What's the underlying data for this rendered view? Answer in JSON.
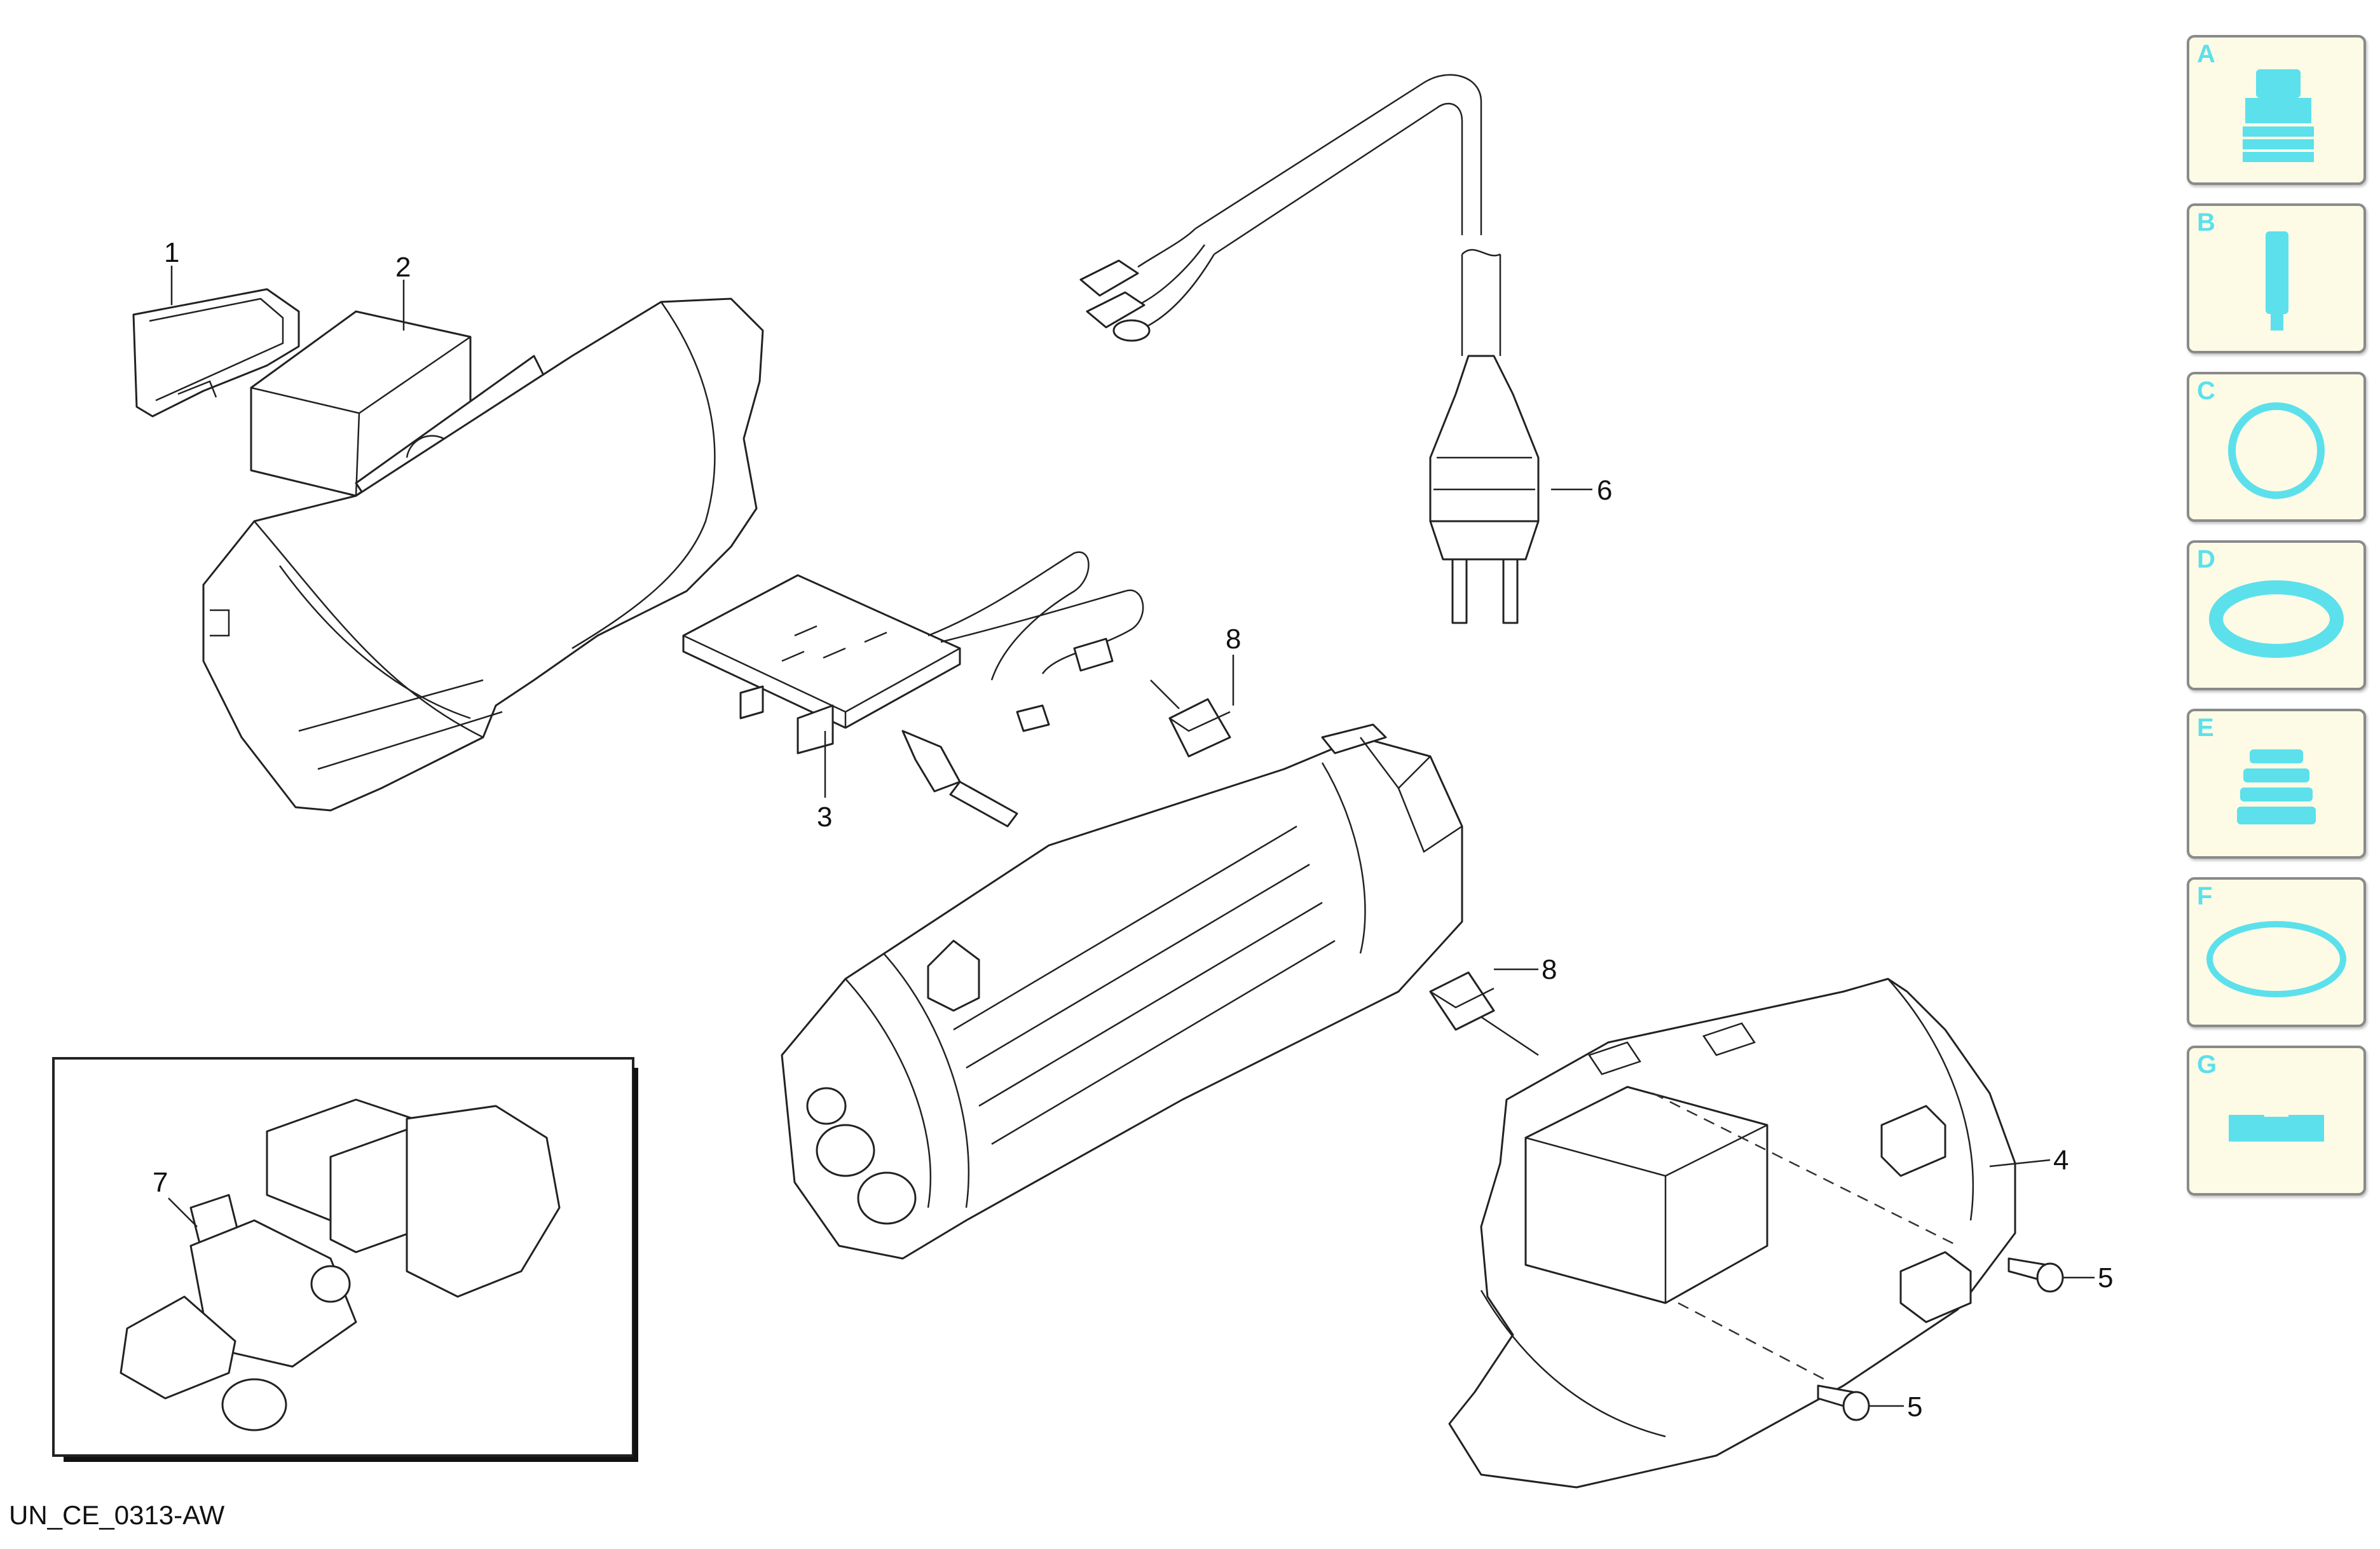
{
  "drawing_code": "UN_CE_0313-AW",
  "accent_color": "#5ce0ec",
  "callouts": {
    "c1": "1",
    "c2": "2",
    "c3": "3",
    "c4": "4",
    "c5a": "5",
    "c5b": "5",
    "c6": "6",
    "c7": "7",
    "c8a": "8",
    "c8b": "8"
  },
  "side_tabs": [
    {
      "letter": "A",
      "icon": "cartridge-icon"
    },
    {
      "letter": "B",
      "icon": "cylinder-icon"
    },
    {
      "letter": "C",
      "icon": "o-ring-icon"
    },
    {
      "letter": "D",
      "icon": "seal-ring-icon"
    },
    {
      "letter": "E",
      "icon": "bellows-icon"
    },
    {
      "letter": "F",
      "icon": "flat-ring-icon"
    },
    {
      "letter": "G",
      "icon": "bar-icon"
    }
  ]
}
